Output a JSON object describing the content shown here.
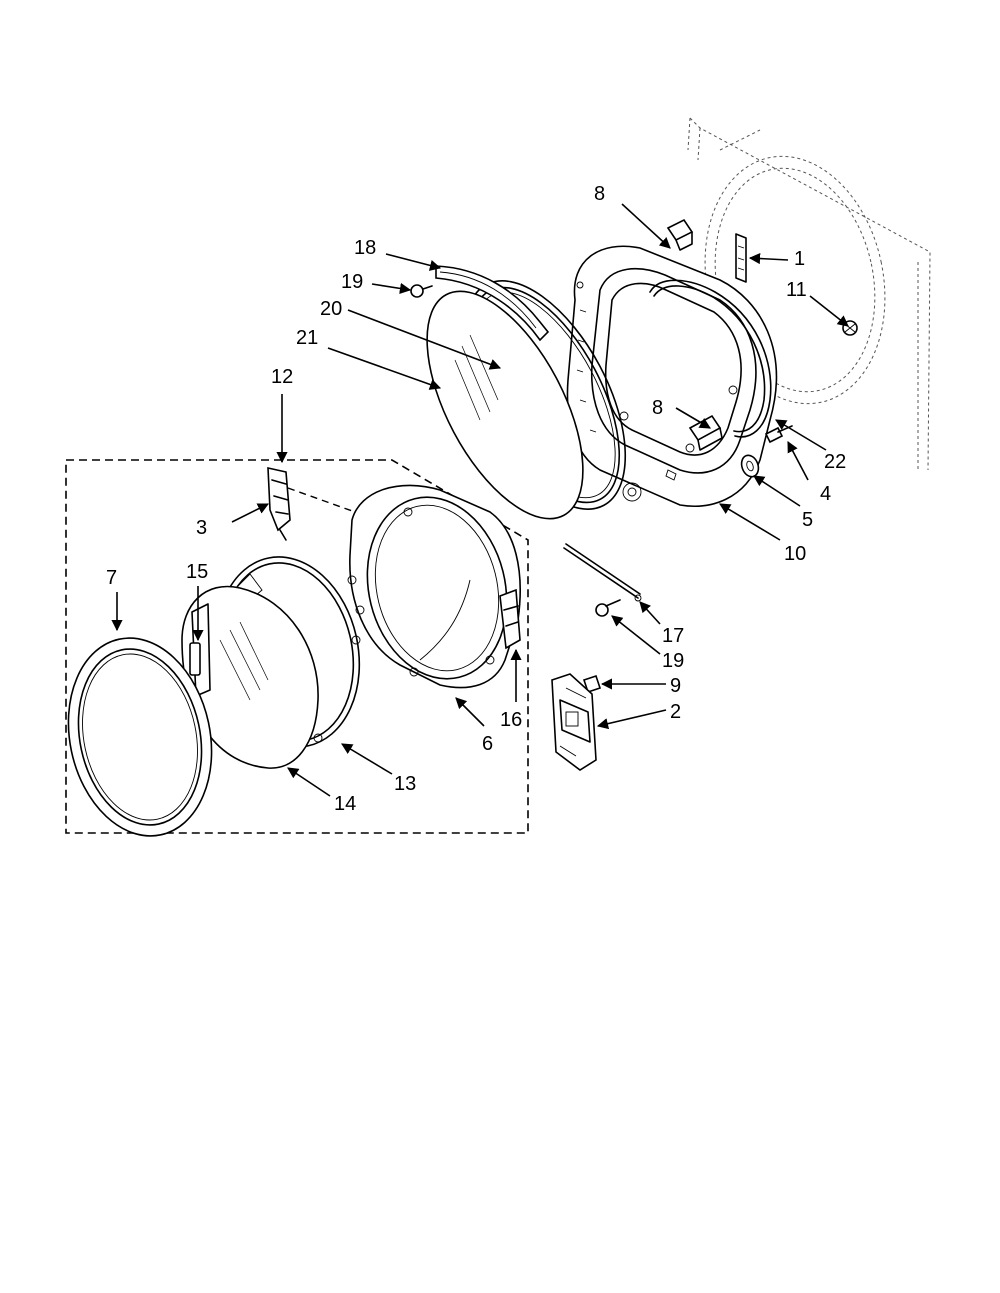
{
  "callouts": {
    "c1": "1",
    "c2": "2",
    "c3": "3",
    "c4": "4",
    "c5": "5",
    "c6": "6",
    "c7": "7",
    "c8a": "8",
    "c8b": "8",
    "c9": "9",
    "c10": "10",
    "c11": "11",
    "c12": "12",
    "c13": "13",
    "c14": "14",
    "c15": "15",
    "c16": "16",
    "c17": "17",
    "c18": "18",
    "c19a": "19",
    "c19b": "19",
    "c20": "20",
    "c21": "21",
    "c22": "22"
  }
}
